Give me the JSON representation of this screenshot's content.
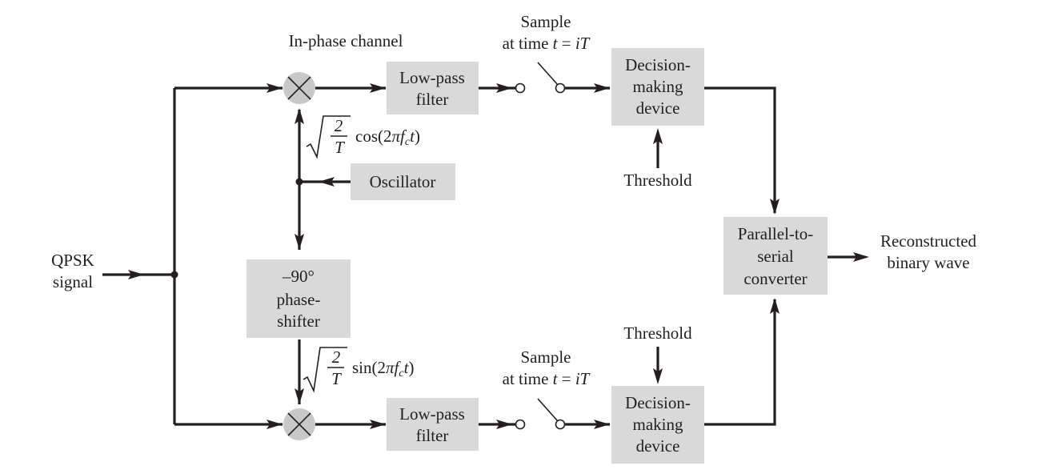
{
  "labels": {
    "in_phase_channel": "In-phase channel",
    "input_line1": "QPSK",
    "input_line2": "signal",
    "output_line1": "Reconstructed",
    "output_line2": "binary wave",
    "threshold": "Threshold",
    "sample_line1": "Sample",
    "sample_line2_prefix": "at time ",
    "sample_t": "t",
    "sample_eq": " = ",
    "sample_iT": "iT"
  },
  "blocks": {
    "lowpass_line1": "Low-pass",
    "lowpass_line2": "filter",
    "decision_line1": "Decision-",
    "decision_line2": "making",
    "decision_line3": "device",
    "oscillator": "Oscillator",
    "phase_line1": "–90°",
    "phase_line2": "phase-",
    "phase_line3": "shifter",
    "ps_line1": "Parallel-to-",
    "ps_line2": "serial",
    "ps_line3": "converter"
  },
  "math": {
    "sqrt_num": "2",
    "sqrt_den": "T",
    "cos_fn": "cos(2",
    "sin_fn": "sin(2",
    "pi": "π",
    "f": "f",
    "c_sub": "c",
    "t": "t",
    "close": ")"
  },
  "colors": {
    "block_fill": "#d9d9d9",
    "mixer_fill": "#c8c8c8",
    "ink": "#231f20"
  }
}
